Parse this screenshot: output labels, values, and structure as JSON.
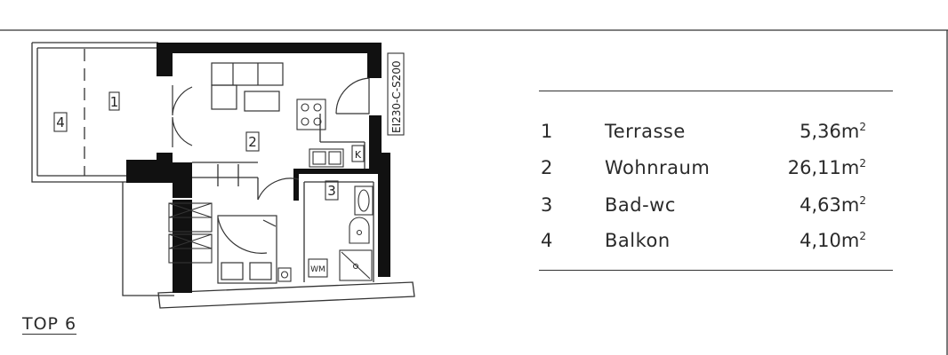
{
  "plan": {
    "room_tags": {
      "r1": "1",
      "r2": "2",
      "r3": "3",
      "r4": "4"
    },
    "kitchen_tag": "K",
    "washer_tag": "WM",
    "door_tag": "EI230-C-S200"
  },
  "legend": {
    "rows": [
      {
        "num": "1",
        "name": "Terrasse",
        "area": "5,36",
        "unit": "m",
        "exp": "2"
      },
      {
        "num": "2",
        "name": "Wohnraum",
        "area": "26,11",
        "unit": "m",
        "exp": "2"
      },
      {
        "num": "3",
        "name": "Bad-wc",
        "area": "4,63",
        "unit": "m",
        "exp": "2"
      },
      {
        "num": "4",
        "name": "Balkon",
        "area": "4,10",
        "unit": "m",
        "exp": "2"
      }
    ]
  },
  "unit_label": "TOP 6",
  "colors": {
    "wall": "#111111",
    "line": "#333333",
    "background": "#ffffff"
  }
}
